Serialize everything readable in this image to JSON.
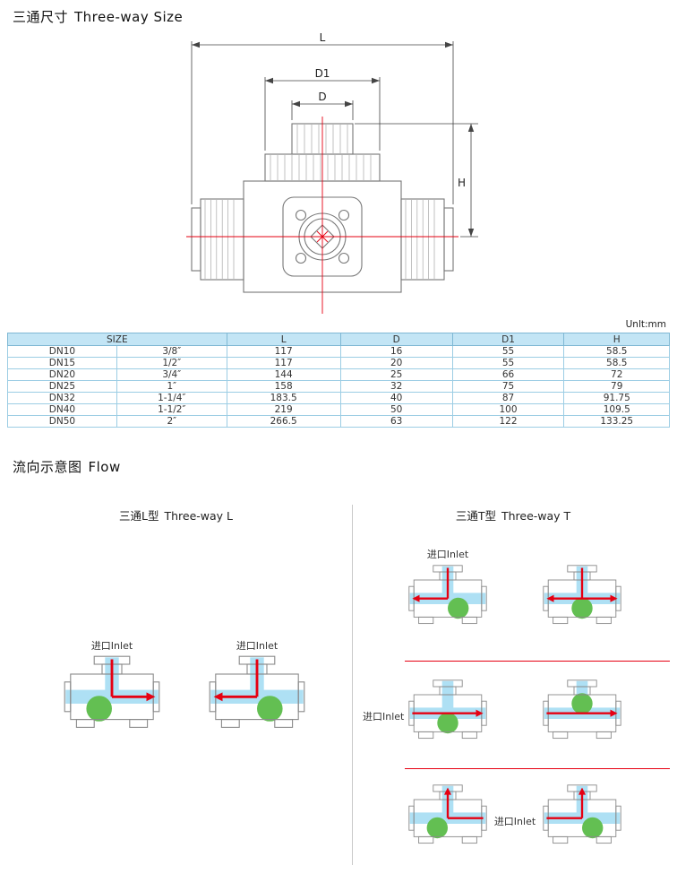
{
  "page": {
    "size_section": {
      "title_cn": "三通尺寸",
      "title_en": "Three-way Size"
    },
    "flow_section": {
      "title_cn": "流向示意图",
      "title_en": "Flow"
    }
  },
  "drawing": {
    "dims": {
      "L": "L",
      "D": "D",
      "D1": "D1",
      "H": "H"
    }
  },
  "table": {
    "unit_note": "Unlt:mm",
    "header": {
      "size": "SIZE",
      "l": "L",
      "d": "D",
      "d1": "D1",
      "h": "H"
    },
    "rows": [
      [
        "DN10",
        "3/8″",
        "117",
        "16",
        "55",
        "58.5"
      ],
      [
        "DN15",
        "1/2″",
        "117",
        "20",
        "55",
        "58.5"
      ],
      [
        "DN20",
        "3/4″",
        "144",
        "25",
        "66",
        "72"
      ],
      [
        "DN25",
        "1″",
        "158",
        "32",
        "75",
        "79"
      ],
      [
        "DN32",
        "1-1/4″",
        "183.5",
        "40",
        "87",
        "91.75"
      ],
      [
        "DN40",
        "1-1/2″",
        "219",
        "50",
        "100",
        "109.5"
      ],
      [
        "DN50",
        "2″",
        "266.5",
        "63",
        "122",
        "133.25"
      ]
    ]
  },
  "flow": {
    "l_type": {
      "title_cn": "三通L型",
      "title_en": "Three-way L",
      "diagrams": [
        {
          "label": "进口Inlet",
          "flow": "top-right",
          "ball": "bottom-left"
        },
        {
          "label": "进口Inlet",
          "flow": "top-left",
          "ball": "bottom-right"
        }
      ]
    },
    "t_type": {
      "title_cn": "三通T型",
      "title_en": "Three-way T",
      "rows": [
        {
          "label": "进口Inlet",
          "diagrams": [
            {
              "flow": "top-left",
              "ball": "bottom-right"
            },
            {
              "flow": "top-both",
              "ball": "bottom"
            }
          ]
        },
        {
          "label": "进口Inlet",
          "diagrams": [
            {
              "flow": "through-right",
              "ball": "bottom"
            },
            {
              "flow": "through-right",
              "ball": "top"
            }
          ]
        },
        {
          "label": "进口Inlet",
          "diagrams": [
            {
              "flow": "right-up",
              "ball": "bottom-left"
            },
            {
              "flow": "left-up",
              "ball": "bottom-right"
            }
          ]
        }
      ]
    }
  },
  "colors": {
    "accent_red": "#e60012",
    "channel_blue": "#aee0f4",
    "ball_green": "#63bf52",
    "table_header_bg": "#c3e5f5",
    "table_border": "#7fb8d4"
  }
}
